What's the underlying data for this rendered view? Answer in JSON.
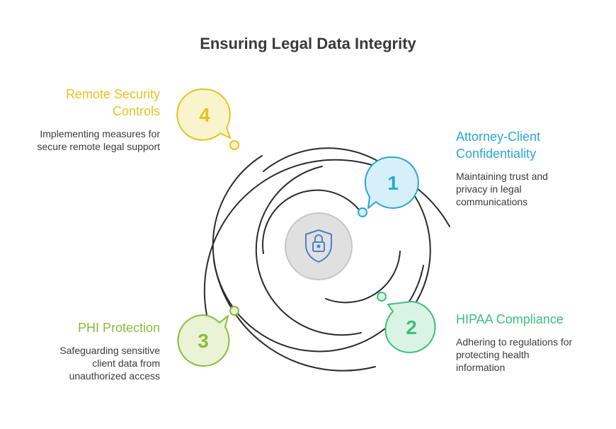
{
  "title": "Ensuring Legal Data Integrity",
  "center_icon": "lock-shield-icon",
  "items": [
    {
      "number": "1",
      "label_lines": [
        "Attorney-Client",
        "Confidentiality"
      ],
      "description_lines": [
        "Maintaining trust and",
        "privacy in legal",
        "communications"
      ],
      "color": "#2BA7D1",
      "fill": "#D6F0FA"
    },
    {
      "number": "2",
      "label_lines": [
        "HIPAA Compliance"
      ],
      "description_lines": [
        "Adhering to regulations for",
        "protecting health",
        "information"
      ],
      "color": "#3EC07C",
      "fill": "#D9F4E5"
    },
    {
      "number": "3",
      "label_lines": [
        "PHI Protection"
      ],
      "description_lines": [
        "Safeguarding sensitive",
        "client data from",
        "unauthorized access"
      ],
      "color": "#8DBB3A",
      "fill": "#EAF3D6"
    },
    {
      "number": "4",
      "label_lines": [
        "Remote Security",
        "Controls"
      ],
      "description_lines": [
        "Implementing measures for",
        "secure remote legal support"
      ],
      "color": "#E0C520",
      "fill": "#FAF4CE"
    }
  ]
}
